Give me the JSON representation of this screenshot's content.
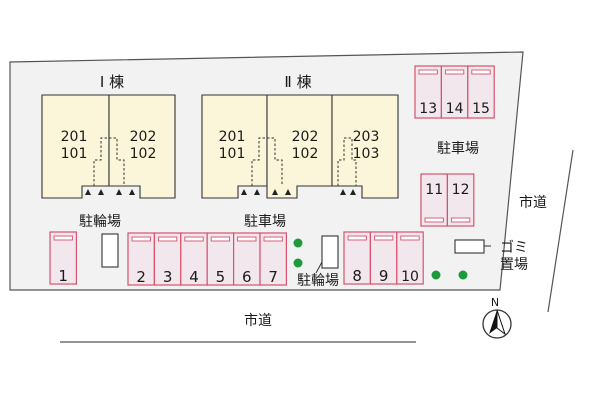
{
  "buildings": [
    {
      "name": "Ⅰ 棟",
      "units": [
        {
          "upper": "201",
          "lower": "101"
        },
        {
          "upper": "202",
          "lower": "102"
        }
      ]
    },
    {
      "name": "Ⅱ 棟",
      "units": [
        {
          "upper": "201",
          "lower": "101"
        },
        {
          "upper": "202",
          "lower": "102"
        },
        {
          "upper": "203",
          "lower": "103"
        }
      ]
    }
  ],
  "labels": {
    "bicycle_parking": "駐輪場",
    "car_parking": "駐車場",
    "city_road": "市道",
    "garbage": "ゴミ",
    "garbage_place": "置場",
    "north": "N"
  },
  "parking_numbers": [
    "1",
    "2",
    "3",
    "4",
    "5",
    "6",
    "7",
    "8",
    "9",
    "10",
    "11",
    "12",
    "13",
    "14",
    "15"
  ],
  "colors": {
    "parking_outline": "#d6526d",
    "building_fill": "#fbf6da",
    "tree": "#1e9a3c",
    "site_fill": "#f2f2f2"
  }
}
